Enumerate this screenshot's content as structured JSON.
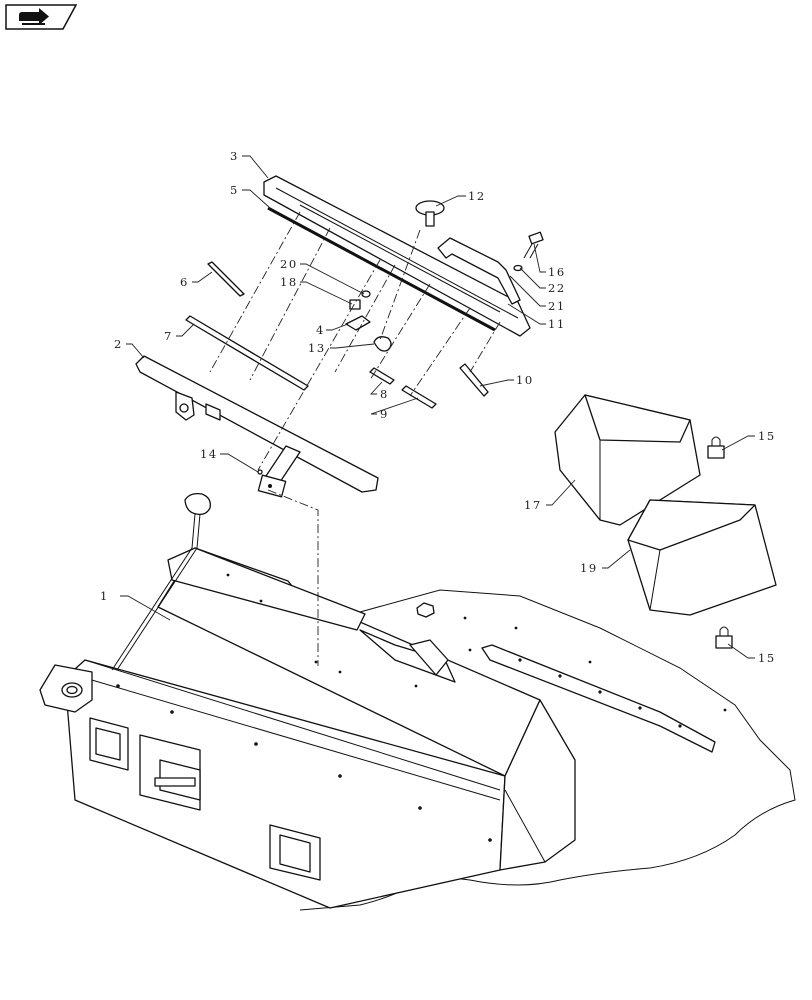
{
  "nav_badge": {
    "icon": "forward-arrow-icon"
  },
  "callouts": {
    "c1": "1",
    "c2": "2",
    "c3": "3",
    "c4": "4",
    "c5": "5",
    "c6": "6",
    "c7": "7",
    "c8": "8",
    "c9": "9",
    "c10": "10",
    "c11": "11",
    "c12": "12",
    "c13": "13",
    "c14": "14",
    "c15a": "15",
    "c15b": "15",
    "c16": "16",
    "c17": "17",
    "c18": "18",
    "c19": "19",
    "c20": "20",
    "c21": "21",
    "c22": "22"
  }
}
